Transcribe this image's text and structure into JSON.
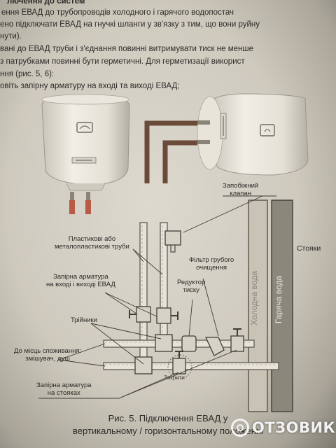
{
  "text_lines": [
    "лючення до систем",
    "ення ЕВАД до трубопроводів холодного і гарячого водопостач",
    "ено підключати ЕВАД на гнучкі шланги у зв'язку з тим, що вони руйну",
    "нути).",
    "вані до ЕВАД труби і з'єднання повинні витримувати тиск не менше",
    "з патрубками повинні бути герметичні. Для герметизації використ",
    "ння (рис. 5, 6):",
    "овіть запірну арматуру на вході та виході ЕВАД;"
  ],
  "labels": {
    "safety_valve": [
      "Запобіжний",
      "клапан"
    ],
    "risers": "Стояки",
    "pipes": [
      "Пластикові або",
      "металопластикові труби"
    ],
    "filter": [
      "Фільтр грубого",
      "очищення"
    ],
    "valves_inout": [
      "Запірна арматура",
      "на вході і виході ЕВАД"
    ],
    "reducer": [
      "Редуктор",
      "тиску"
    ],
    "tees": "Трійники",
    "consumers": [
      "До місць споживання:",
      "змішувач, душ"
    ],
    "closed": "Закрити",
    "riser_valves": [
      "Запірна арматура",
      "на стояках"
    ],
    "cold_water": "Холодна вода",
    "hot_water": "Гаряча вода"
  },
  "caption": [
    "Рис. 5. Підключення ЕВАД у",
    "вертикальному / горизонтальному положенні"
  ],
  "watermark": "ОТЗОВИК"
}
